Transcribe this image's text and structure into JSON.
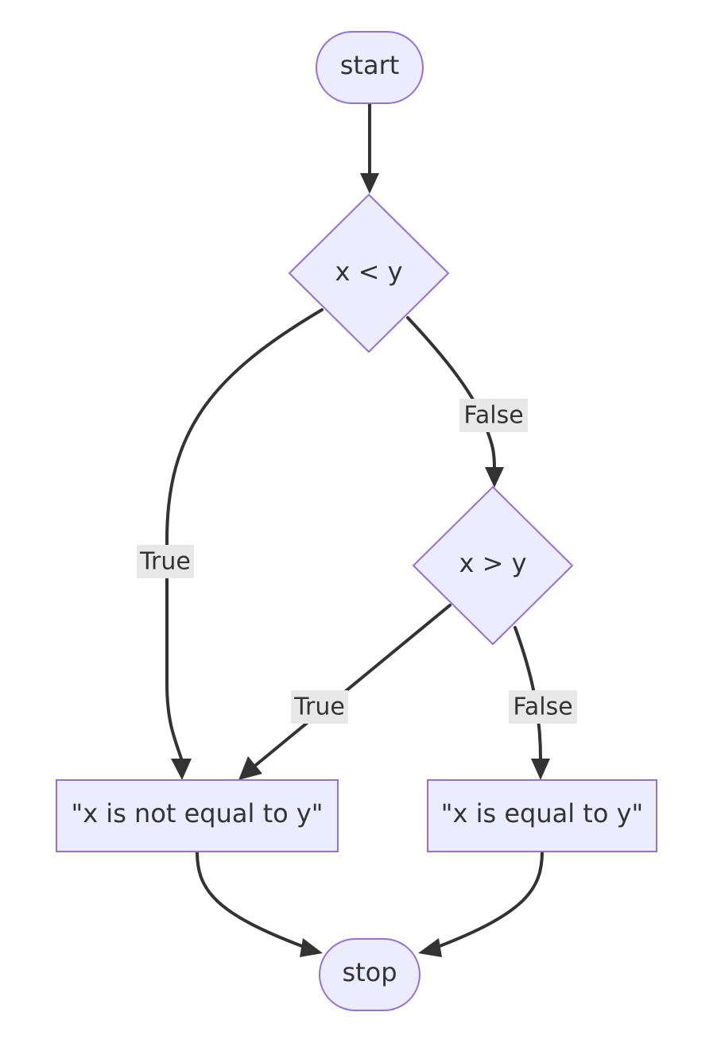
{
  "colors": {
    "node_fill": "#ECECFF",
    "node_stroke": "#9370DB",
    "edge": "#333333",
    "label_bg": "#E8E8E8",
    "text": "#333333"
  },
  "nodes": {
    "start": {
      "label": "start",
      "shape": "stadium"
    },
    "cond_lt": {
      "label": "x < y",
      "shape": "diamond"
    },
    "cond_gt": {
      "label": "x > y",
      "shape": "diamond"
    },
    "not_equal": {
      "label": "\"x is not equal to y\"",
      "shape": "rectangle"
    },
    "equal": {
      "label": "\"x is equal to y\"",
      "shape": "rectangle"
    },
    "stop": {
      "label": "stop",
      "shape": "stadium"
    }
  },
  "edges": {
    "start_to_lt": {
      "from": "start",
      "to": "cond_lt",
      "label": ""
    },
    "lt_true": {
      "from": "cond_lt",
      "to": "not_equal",
      "label": "True"
    },
    "lt_false": {
      "from": "cond_lt",
      "to": "cond_gt",
      "label": "False"
    },
    "gt_true": {
      "from": "cond_gt",
      "to": "not_equal",
      "label": "True"
    },
    "gt_false": {
      "from": "cond_gt",
      "to": "equal",
      "label": "False"
    },
    "not_equal_to_stop": {
      "from": "not_equal",
      "to": "stop",
      "label": ""
    },
    "equal_to_stop": {
      "from": "equal",
      "to": "stop",
      "label": ""
    }
  }
}
